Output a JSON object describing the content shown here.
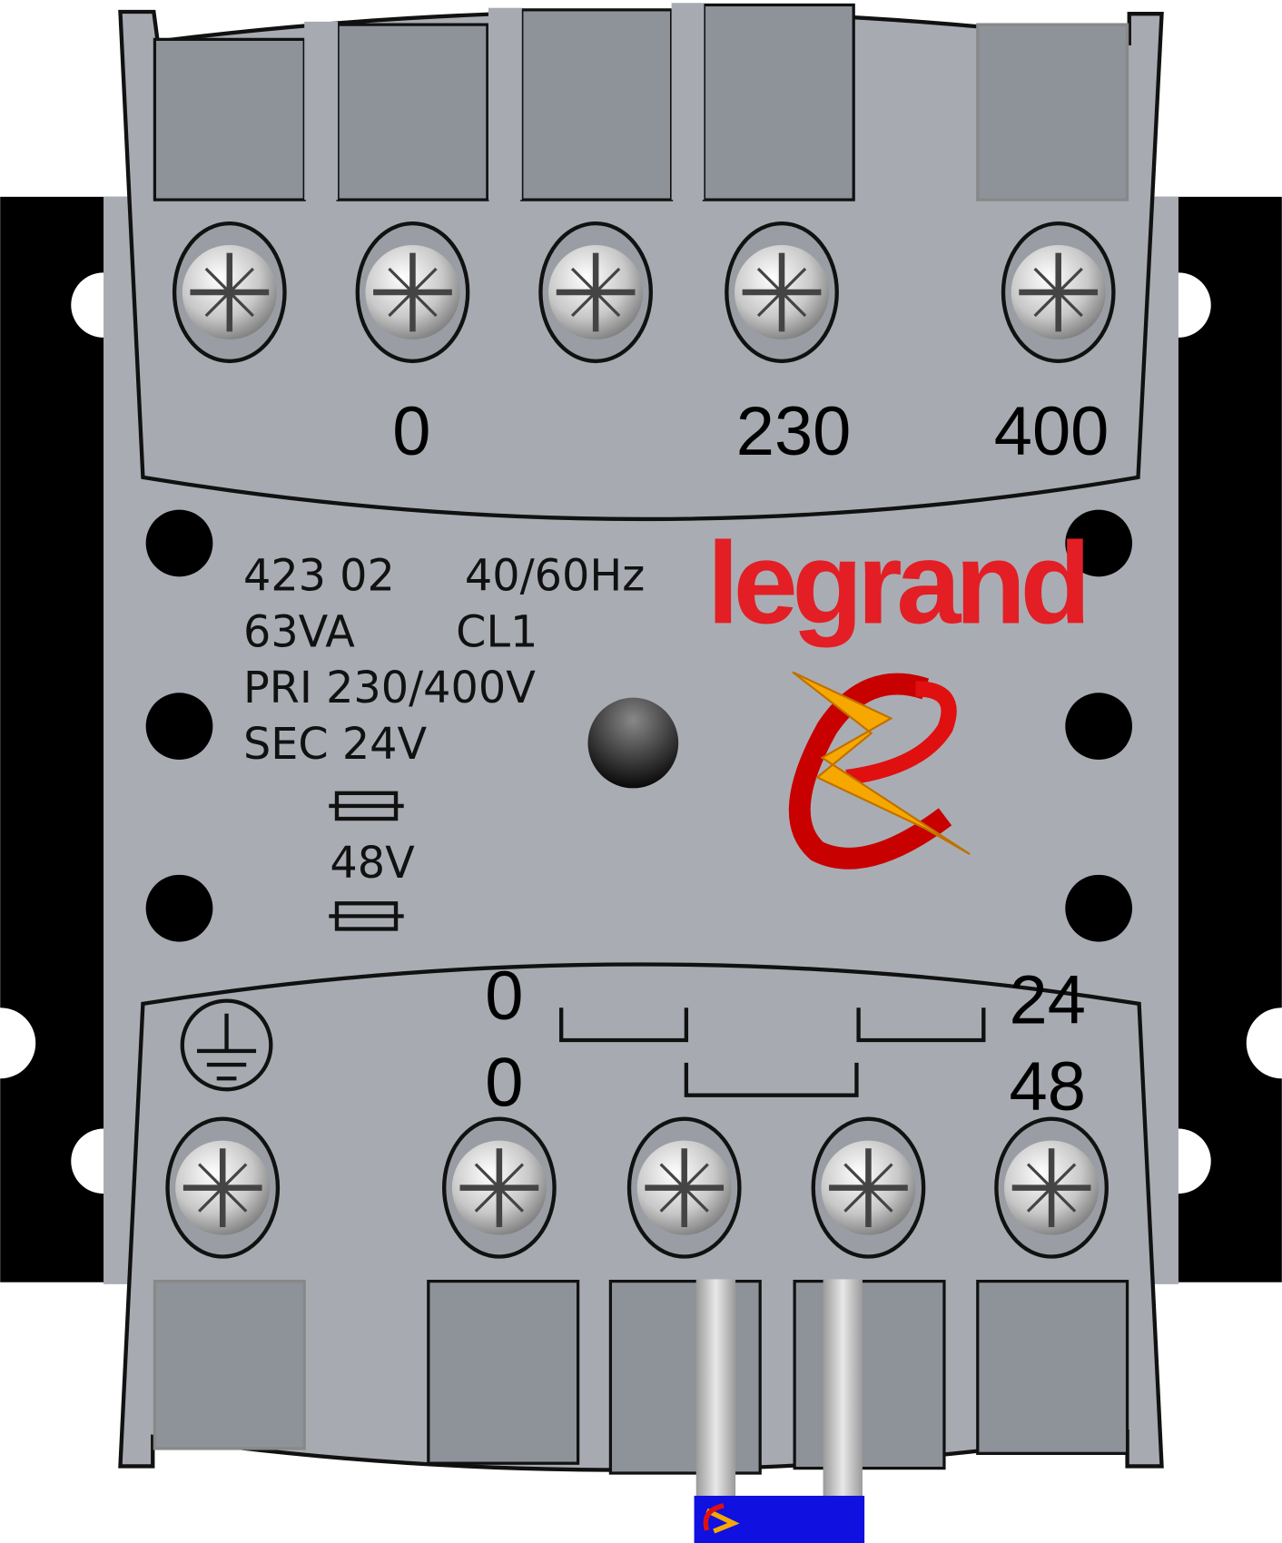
{
  "device": {
    "brand": "legrand",
    "colors": {
      "brand_red": "#e31e25",
      "body": "#a9adb3",
      "slot": "#8e939a",
      "cable_tag": "#1010e0"
    },
    "top_terminals": {
      "labels": [
        "0",
        "230",
        "400"
      ]
    },
    "specs": {
      "ref": "423 02",
      "freq": "40/60Hz",
      "power": "63VA",
      "class": "CL1",
      "primary": "PRI 230/400V",
      "secondary": "SEC 24V",
      "fuse_voltage": "48V"
    },
    "bottom_terminals": {
      "left_top": "0",
      "left_bottom": "0",
      "right_top": "24",
      "right_bottom": "48"
    }
  }
}
